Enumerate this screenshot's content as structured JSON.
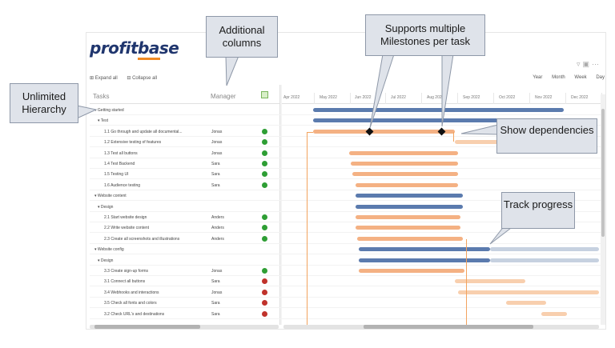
{
  "brand": {
    "logo_text": "profitbase"
  },
  "toolbar": {
    "expand_all": "⊞ Expand all",
    "collapse_all": "⊟ Collapse all",
    "views": [
      "Year",
      "Month",
      "Week",
      "Day"
    ]
  },
  "grid": {
    "tasks_header": "Tasks",
    "manager_header": "Manager"
  },
  "timeline": {
    "months": [
      "Apr 2022",
      "May 2022",
      "Jun 2022",
      "Jul 2022",
      "Aug 2022",
      "Sep 2022",
      "Oct 2022",
      "Nov 2022",
      "Dec 2022"
    ]
  },
  "rows": [
    {
      "task": "▾  Getting started",
      "manager": "",
      "status": ""
    },
    {
      "task": "▾  Test",
      "manager": "",
      "status": ""
    },
    {
      "task": "1.1 Go through and update all documental...",
      "manager": "Jonas",
      "status": "green"
    },
    {
      "task": "1.2 Extensive testing of features",
      "manager": "Jonas",
      "status": "green"
    },
    {
      "task": "1.3 Test all buttons",
      "manager": "Jonas",
      "status": "green"
    },
    {
      "task": "1.4 Test Backend",
      "manager": "Sara",
      "status": "green"
    },
    {
      "task": "1.5 Testing UI",
      "manager": "Sara",
      "status": "green"
    },
    {
      "task": "1.6 Audience testing",
      "manager": "Sara",
      "status": "green"
    },
    {
      "task": "▾  Website content",
      "manager": "",
      "status": ""
    },
    {
      "task": "▾  Design",
      "manager": "",
      "status": ""
    },
    {
      "task": "2.1 Start website design",
      "manager": "Anders",
      "status": "green"
    },
    {
      "task": "2.2 Write website content",
      "manager": "Anders",
      "status": "green"
    },
    {
      "task": "2.3 Create all screenshots and illustrations",
      "manager": "Anders",
      "status": "green"
    },
    {
      "task": "▾  Website config",
      "manager": "",
      "status": ""
    },
    {
      "task": "▾  Design",
      "manager": "",
      "status": ""
    },
    {
      "task": "3.3 Create sign-up forms",
      "manager": "Jonas",
      "status": "green"
    },
    {
      "task": "3.1 Connect all buttons",
      "manager": "Sara",
      "status": "red"
    },
    {
      "task": "3.4 Webhooks and interactions",
      "manager": "Jonas",
      "status": "red"
    },
    {
      "task": "3.5 Check all fonts and colors",
      "manager": "Sara",
      "status": "red"
    },
    {
      "task": "3.2 Check URL's and destinations",
      "manager": "Sara",
      "status": "red"
    }
  ],
  "callouts": {
    "hierarchy": "Unlimited Hierarchy",
    "columns": "Additional columns",
    "milestones": "Supports multiple Milestones per task",
    "dependencies": "Show dependencies",
    "progress": "Track progress"
  },
  "colors": {
    "summary_bar": "#5b7bae",
    "task_bar": "#f4b183",
    "status_green": "#2e9e34",
    "status_red": "#c0322b",
    "callout_fill": "#dfe3ea"
  }
}
